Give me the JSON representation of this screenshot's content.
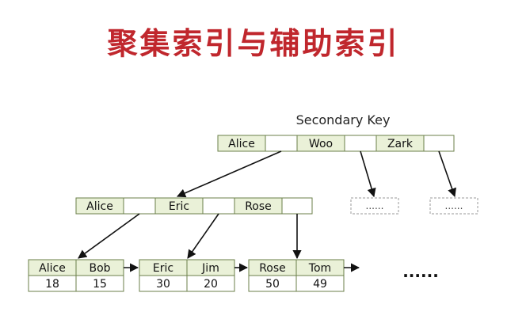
{
  "title": "聚集索引与辅助索引",
  "secondary_key_label": "Secondary Key",
  "root_node": [
    "Alice",
    "Woo",
    "Zark"
  ],
  "internal_node": [
    "Alice",
    "Eric",
    "Rose"
  ],
  "placeholder_dots": "......",
  "leaf_nodes": [
    {
      "keys": [
        "Alice",
        "Bob"
      ],
      "values": [
        "18",
        "15"
      ]
    },
    {
      "keys": [
        "Eric",
        "Jim"
      ],
      "values": [
        "30",
        "20"
      ]
    },
    {
      "keys": [
        "Rose",
        "Tom"
      ],
      "values": [
        "50",
        "49"
      ]
    }
  ],
  "continuation": "......"
}
